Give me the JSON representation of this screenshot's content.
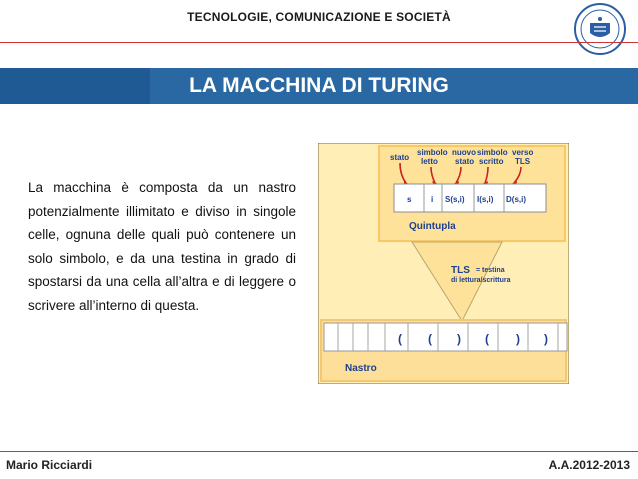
{
  "header": {
    "title": "TECNOLOGIE, COMUNICAZIONE E SOCIETÀ"
  },
  "slide": {
    "title": "LA MACCHINA DI TURING",
    "body": "La macchina è composta da un nastro potenzialmente illimitato e diviso in singole celle, ognuna delle quali può contenere un solo simbolo, e da una testina in grado di spostarsi da una cella all’altra e di leggere o scrivere all’interno di questa."
  },
  "diagram": {
    "labels": {
      "stato": "stato",
      "simbolo_letto": [
        "simbolo",
        "letto"
      ],
      "nuovo_stato": [
        "nuovo",
        "stato"
      ],
      "simbolo_scritto": [
        "simbolo",
        "scritto"
      ],
      "verso_tls": [
        "verso",
        "TLS"
      ]
    },
    "quintupla_cells": [
      "s",
      "i",
      "S(s,i)",
      "I(s,i)",
      "D(s,i)"
    ],
    "quintupla_label": "Quintupla",
    "tls_label": "TLS",
    "tls_desc": [
      "= testina",
      "di lettura/scrittura"
    ],
    "tape_symbols": [
      "(",
      "(",
      ")",
      "(",
      ")",
      ")"
    ],
    "nastro_label": "Nastro",
    "colors": {
      "panel": "#ffeeb5",
      "panel_dark": "#f0b44c",
      "label_blue": "#1d3f8f",
      "arrow_red": "#cc2222",
      "border": "#7a6a3a"
    }
  },
  "footer": {
    "author": "Mario Ricciardi",
    "year": "A.A.2012-2013"
  },
  "theme": {
    "banner": "#2a68a3",
    "rule": "#cc3333"
  }
}
